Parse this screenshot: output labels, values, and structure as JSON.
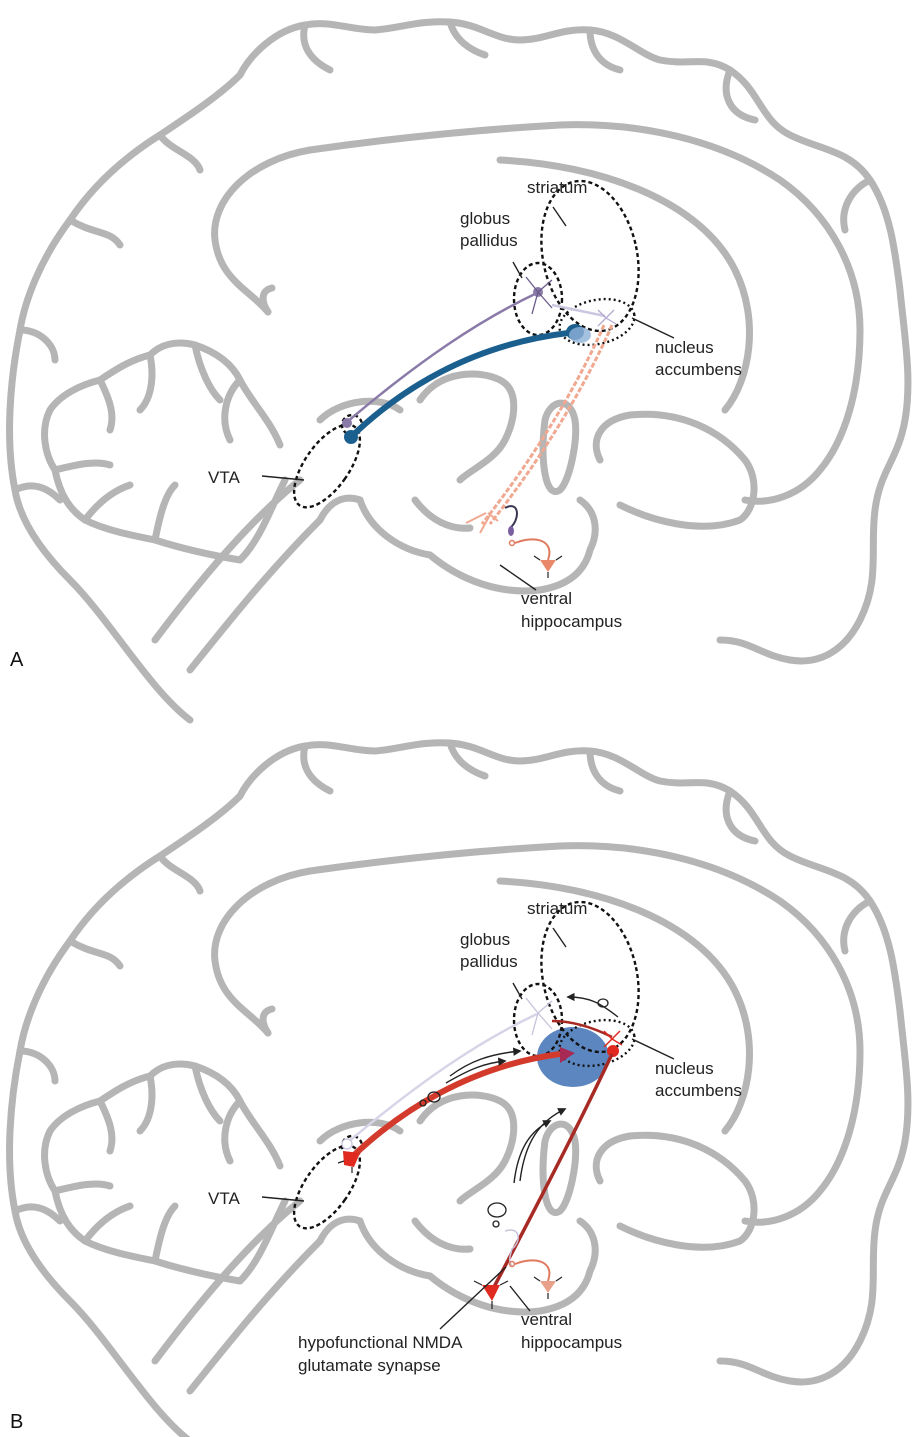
{
  "figure": {
    "panels": [
      {
        "id": "A",
        "label": "A",
        "regions": {
          "striatum": "striatum",
          "globus_pallidus_1": "globus",
          "globus_pallidus_2": "pallidus",
          "nucleus_accumbens_1": "nucleus",
          "nucleus_accumbens_2": "accumbens",
          "vta": "VTA",
          "ventral_hippocampus_1": "ventral",
          "ventral_hippocampus_2": "hippocampus"
        },
        "pathway_colors": {
          "dopamine_projection": "#1b5f8f",
          "gaba_projection": "#8a7aa8",
          "glutamate_projection": "#f0a890",
          "hippocampal_neuron": "#e07a5f"
        }
      },
      {
        "id": "B",
        "label": "B",
        "regions": {
          "striatum": "striatum",
          "globus_pallidus_1": "globus",
          "globus_pallidus_2": "pallidus",
          "nucleus_accumbens_1": "nucleus",
          "nucleus_accumbens_2": "accumbens",
          "vta": "VTA",
          "ventral_hippocampus_1": "ventral",
          "ventral_hippocampus_2": "hippocampus",
          "synapse_1": "hypofunctional NMDA",
          "synapse_2": "glutamate synapse"
        },
        "pathway_colors": {
          "hyperactive_projection": "#d33a2c",
          "dark_projection": "#a82a24",
          "faded_projection": "#d8d4e8",
          "dopamine_release_area": "#4a79b8"
        }
      }
    ]
  }
}
